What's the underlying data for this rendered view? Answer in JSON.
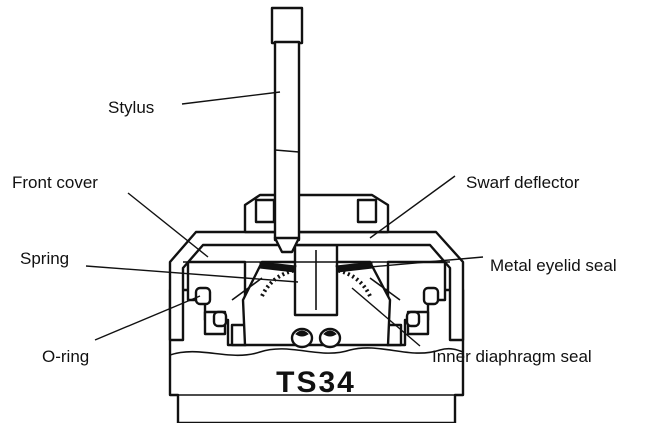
{
  "labels": {
    "stylus": "Stylus",
    "front_cover": "Front cover",
    "swarf_deflector": "Swarf deflector",
    "spring": "Spring",
    "metal_eyelid_seal": "Metal eyelid seal",
    "o_ring": "O-ring",
    "inner_diaphragm_seal": "Inner diaphragm seal"
  },
  "body_marking": "TS34"
}
